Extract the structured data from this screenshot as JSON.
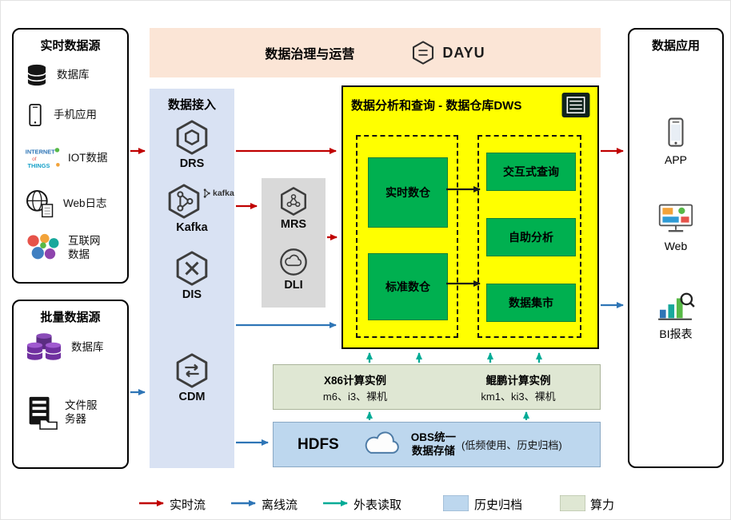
{
  "colors": {
    "realtime_flow": "#c00000",
    "offline_flow": "#2e75b6",
    "external_read": "#00ab96",
    "history_archive": "#bdd7ee",
    "compute_power": "#dfe7d3",
    "dws_bg": "#ffff00",
    "warehouse_green": "#00b050",
    "governance_bg": "#fbe5d6",
    "ingestion_bg": "#d9e2f3",
    "internal_arrow": "#1a1a1a"
  },
  "realtime_sources": {
    "title": "实时数据源",
    "items": [
      {
        "label": "数据库",
        "icon": "database-icon"
      },
      {
        "label": "手机应用",
        "icon": "mobile-phone-icon"
      },
      {
        "label": "IOT数据",
        "icon": "iot-icon"
      },
      {
        "label": "Web日志",
        "icon": "web-log-globe-icon"
      },
      {
        "label": "互联网数据",
        "icon": "internet-data-icon"
      }
    ]
  },
  "batch_sources": {
    "title": "批量数据源",
    "items": [
      {
        "label": "数据库",
        "icon": "purple-database-icon"
      },
      {
        "label": "文件服务器",
        "icon": "file-server-icon"
      }
    ]
  },
  "governance": {
    "title": "数据治理与运营",
    "logo_text": "DAYU"
  },
  "ingestion": {
    "title": "数据接入",
    "services": [
      {
        "name": "DRS"
      },
      {
        "name": "Kafka",
        "logo": "kafka"
      },
      {
        "name": "DIS"
      },
      {
        "name": "CDM"
      }
    ]
  },
  "processing": {
    "services": [
      {
        "name": "MRS"
      },
      {
        "name": "DLI"
      }
    ]
  },
  "dws": {
    "title": "数据分析和查询 - 数据仓库DWS",
    "warehouses": [
      "实时数仓",
      "标准数仓"
    ],
    "analytics": [
      "交互式查询",
      "自助分析",
      "数据集市"
    ]
  },
  "compute": {
    "x86": {
      "title": "X86计算实例",
      "models": "m6、i3、裸机"
    },
    "kunpeng": {
      "title": "鲲鹏计算实例",
      "models": "km1、ki3、裸机"
    }
  },
  "storage": {
    "hdfs": "HDFS",
    "obs_line1": "OBS统一",
    "obs_line2": "数据存储",
    "note": "(低频使用、历史归档)"
  },
  "applications": {
    "title": "数据应用",
    "items": [
      {
        "label": "APP",
        "icon": "app-phone-icon"
      },
      {
        "label": "Web",
        "icon": "web-monitor-icon"
      },
      {
        "label": "BI报表",
        "icon": "bi-report-icon"
      }
    ]
  },
  "legend": {
    "realtime": "实时流",
    "offline": "离线流",
    "external": "外表读取",
    "archive": "历史归档",
    "compute": "算力"
  }
}
